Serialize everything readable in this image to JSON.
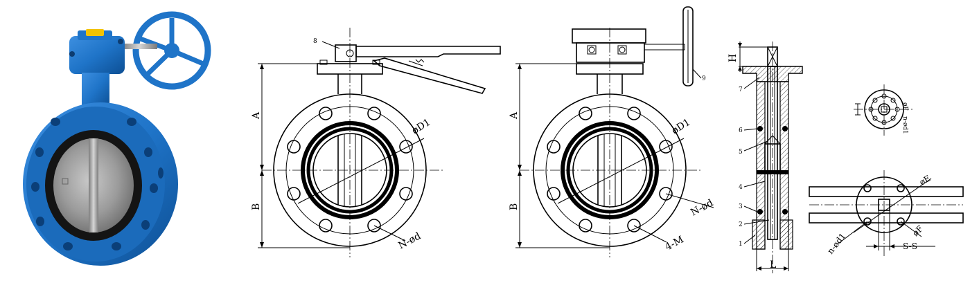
{
  "labels": {
    "view1": {
      "part_8": "8",
      "dim_a": "A",
      "dim_b": "B",
      "flange_dia": "øD1",
      "bolt_holes": "N-ød"
    },
    "view2": {
      "part_9": "9",
      "dim_a": "A",
      "dim_b": "B",
      "flange_dia": "øD1",
      "bolt_holes": "N-ød",
      "threaded_holes": "4-M"
    },
    "section": {
      "dim_h": "H",
      "dim_l": "L",
      "parts": [
        "7",
        "6",
        "5",
        "4",
        "3",
        "2",
        "1"
      ]
    },
    "top_flange_small": {
      "dia_f": "øF",
      "holes": "n-ød1"
    },
    "top_flange_large": {
      "dia_e": "øE",
      "dia_f": "øF",
      "holes": "n-ød1",
      "square": "S-S"
    }
  },
  "colors": {
    "valve_blue": "#1f74c8",
    "valve_dark": "#0d4f94",
    "liner": "#141414",
    "disc": "#9a9a9a",
    "gearbox_cap": "#f2c200"
  }
}
